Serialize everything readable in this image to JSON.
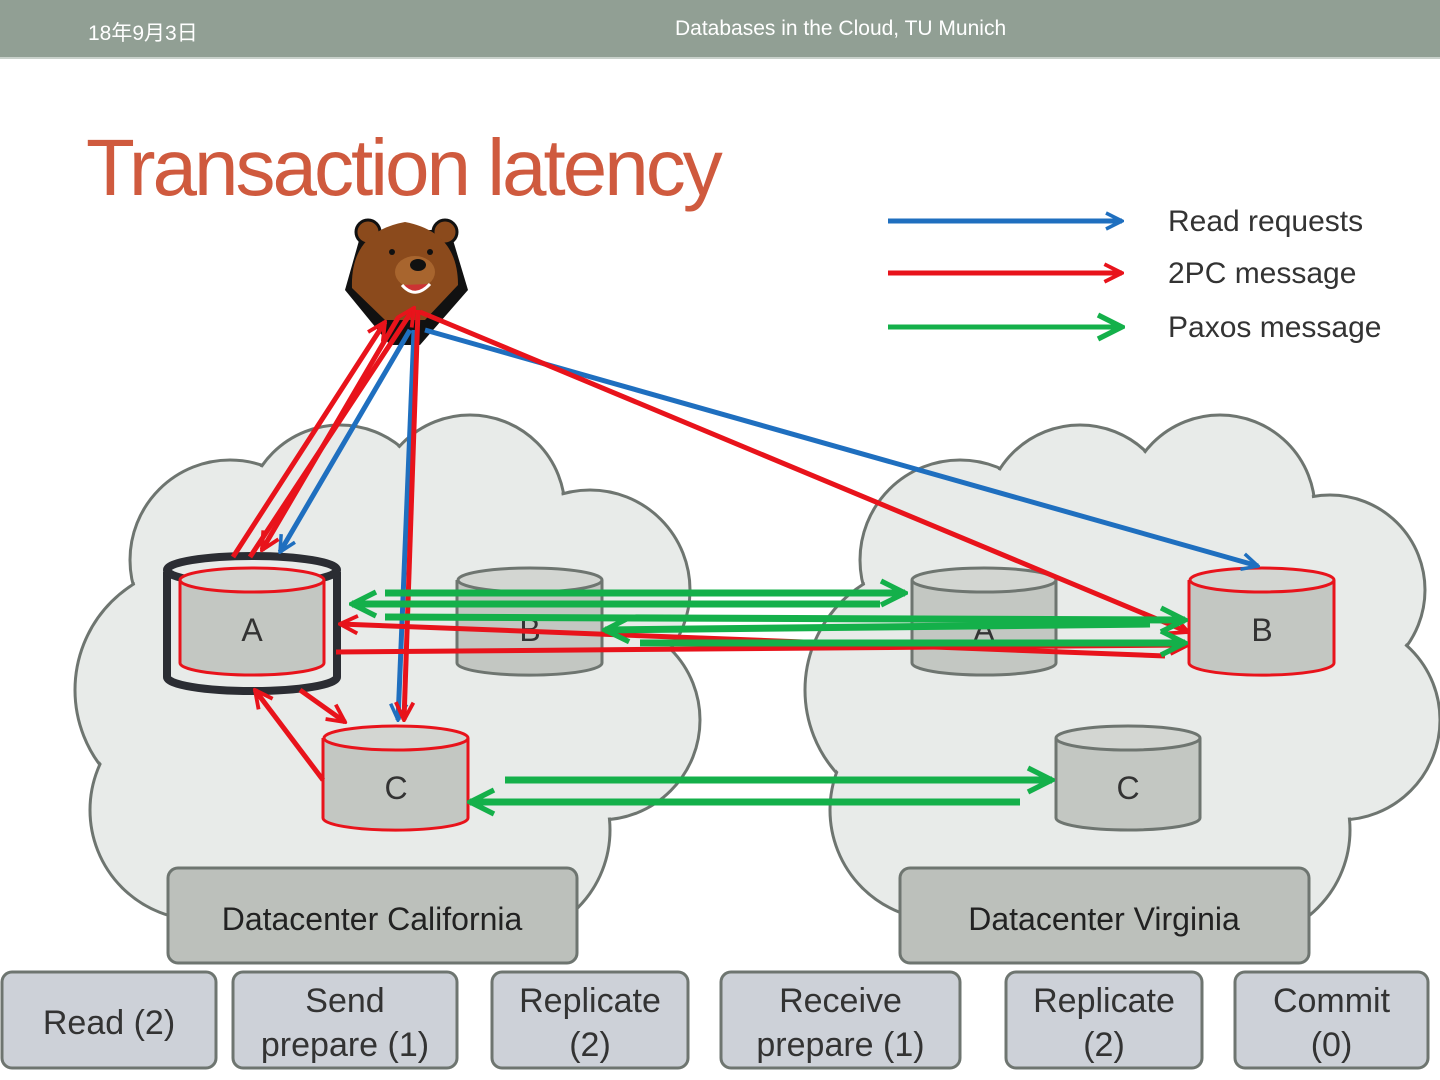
{
  "header": {
    "date": "18年9月3日",
    "course": "Databases in the Cloud, TU Munich"
  },
  "title": "Transaction latency",
  "legend": [
    {
      "label": "Read requests",
      "color": "#1f6fbf"
    },
    {
      "label": "2PC message",
      "color": "#e8131b"
    },
    {
      "label": "Paxos message",
      "color": "#14b04a"
    }
  ],
  "nodes": {
    "ca_a": "A",
    "ca_b": "B",
    "ca_c": "C",
    "va_a": "A",
    "va_b": "B",
    "va_c": "C"
  },
  "datacenters": {
    "california": "Datacenter California",
    "virginia": "Datacenter Virginia"
  },
  "steps": [
    {
      "line1": "Read (2)",
      "line2": ""
    },
    {
      "line1": "Send",
      "line2": "prepare (1)"
    },
    {
      "line1": "Replicate",
      "line2": "(2)"
    },
    {
      "line1": "Receive",
      "line2": "prepare (1)"
    },
    {
      "line1": "Replicate",
      "line2": "(2)"
    },
    {
      "line1": "Commit",
      "line2": "(0)"
    }
  ],
  "colors": {
    "header": "#919f94",
    "title": "#cf5a3e",
    "cloud": "#e8ebe9",
    "cylinder": "#c3c7c2",
    "box": "#bcc0bb",
    "step": "#cdd1d8"
  }
}
